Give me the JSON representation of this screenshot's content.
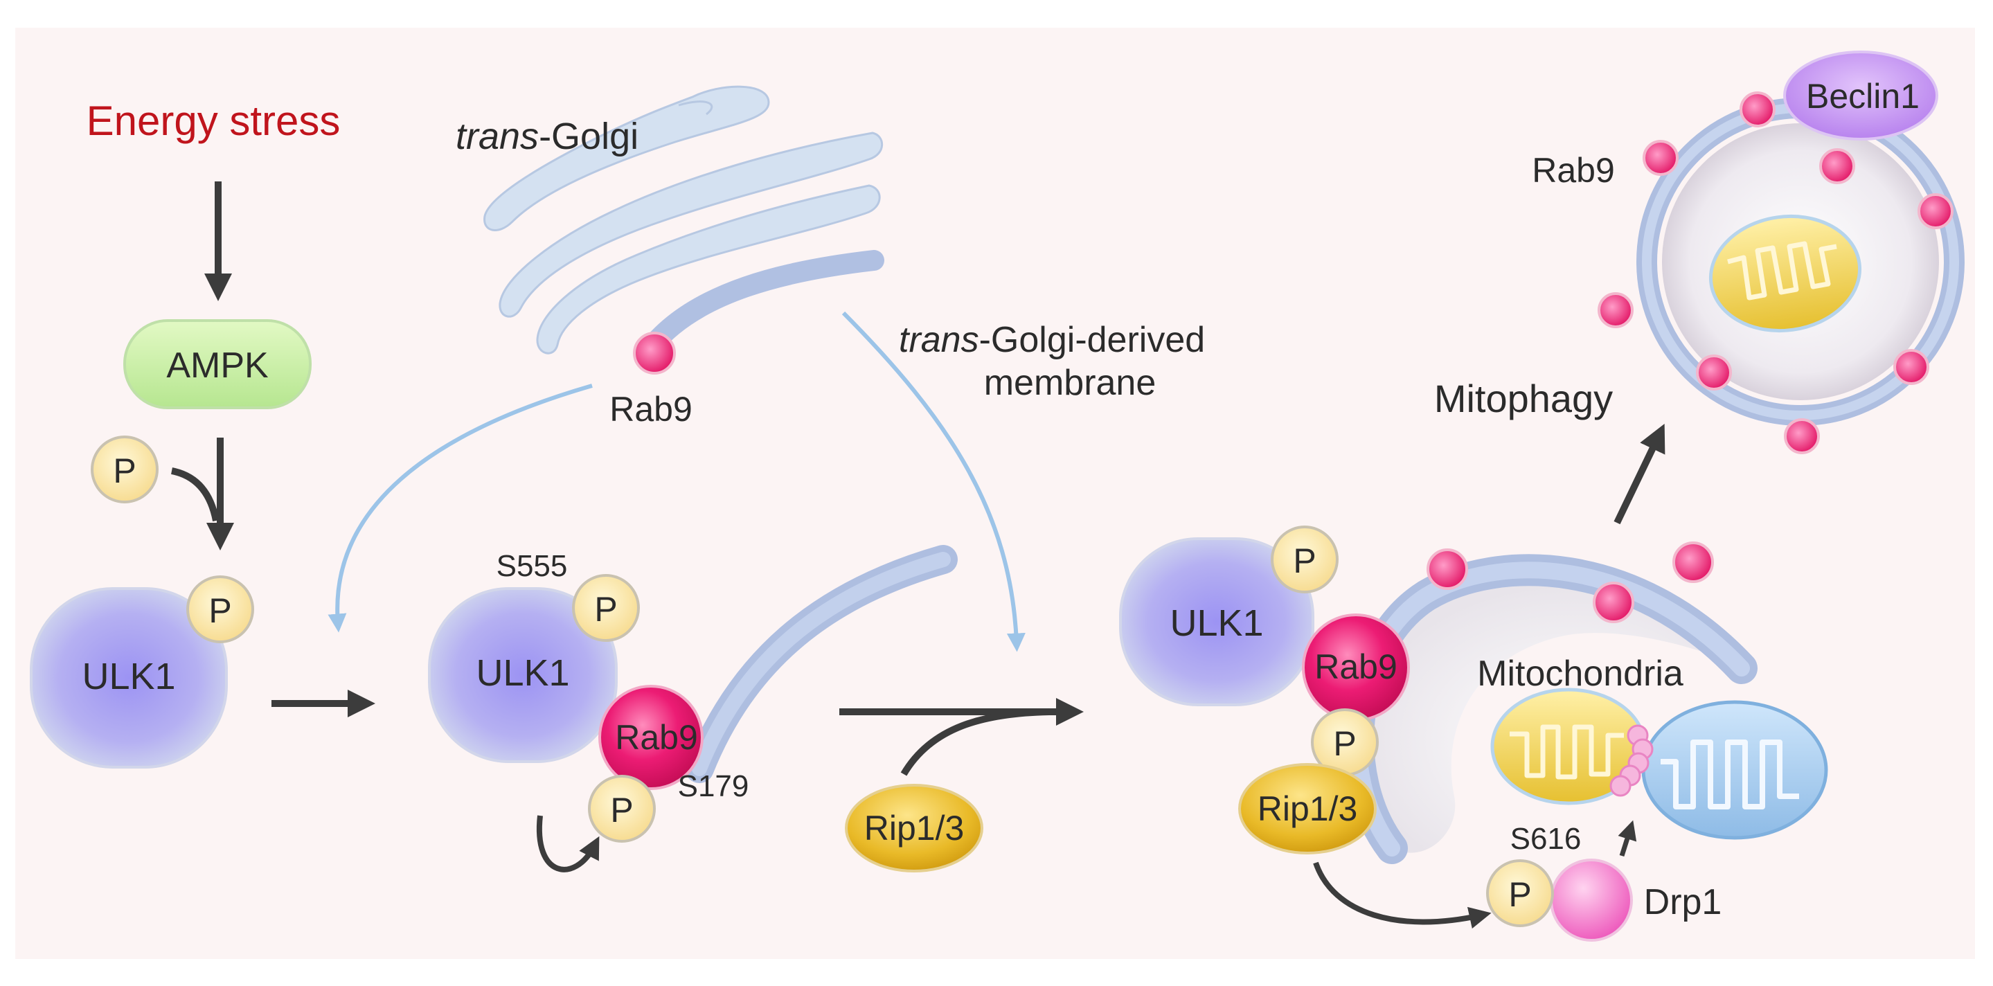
{
  "labels": {
    "energy_stress": "Energy stress",
    "ampk": "AMPK",
    "p": "P",
    "ulk1": "ULK1",
    "trans_italic": "trans",
    "golgi_suffix": "-Golgi",
    "golgi_derived_suffix": "-Golgi-derived",
    "membrane": "membrane",
    "rab9": "Rab9",
    "s555": "S555",
    "s179": "S179",
    "s616": "S616",
    "rip13": "Rip1/3",
    "mitochondria": "Mitochondria",
    "drp1": "Drp1",
    "mitophagy": "Mitophagy",
    "beclin1": "Beclin1"
  },
  "colors": {
    "background": "#fcf4f4",
    "energy_stress_text": "#c0141c",
    "ampk_fill": "#c8f0a0",
    "ulk1_fill": "#b9b4f3",
    "phospho_fill": "#fbe6a6",
    "rab9_fill": "#e8186e",
    "rip_fill": "#e8b81e",
    "membrane_fill": "#b6c6e4",
    "golgi_fill": "#d4e1f1",
    "mito_outer_fill": "#ecd460",
    "mito_blue_fill": "#9cc6ee",
    "drp1_fill": "#f06cc4",
    "beclin1_fill": "#c38ef0",
    "arrow_dark": "#3c3c3c",
    "arrow_light": "#9cc4e8"
  }
}
